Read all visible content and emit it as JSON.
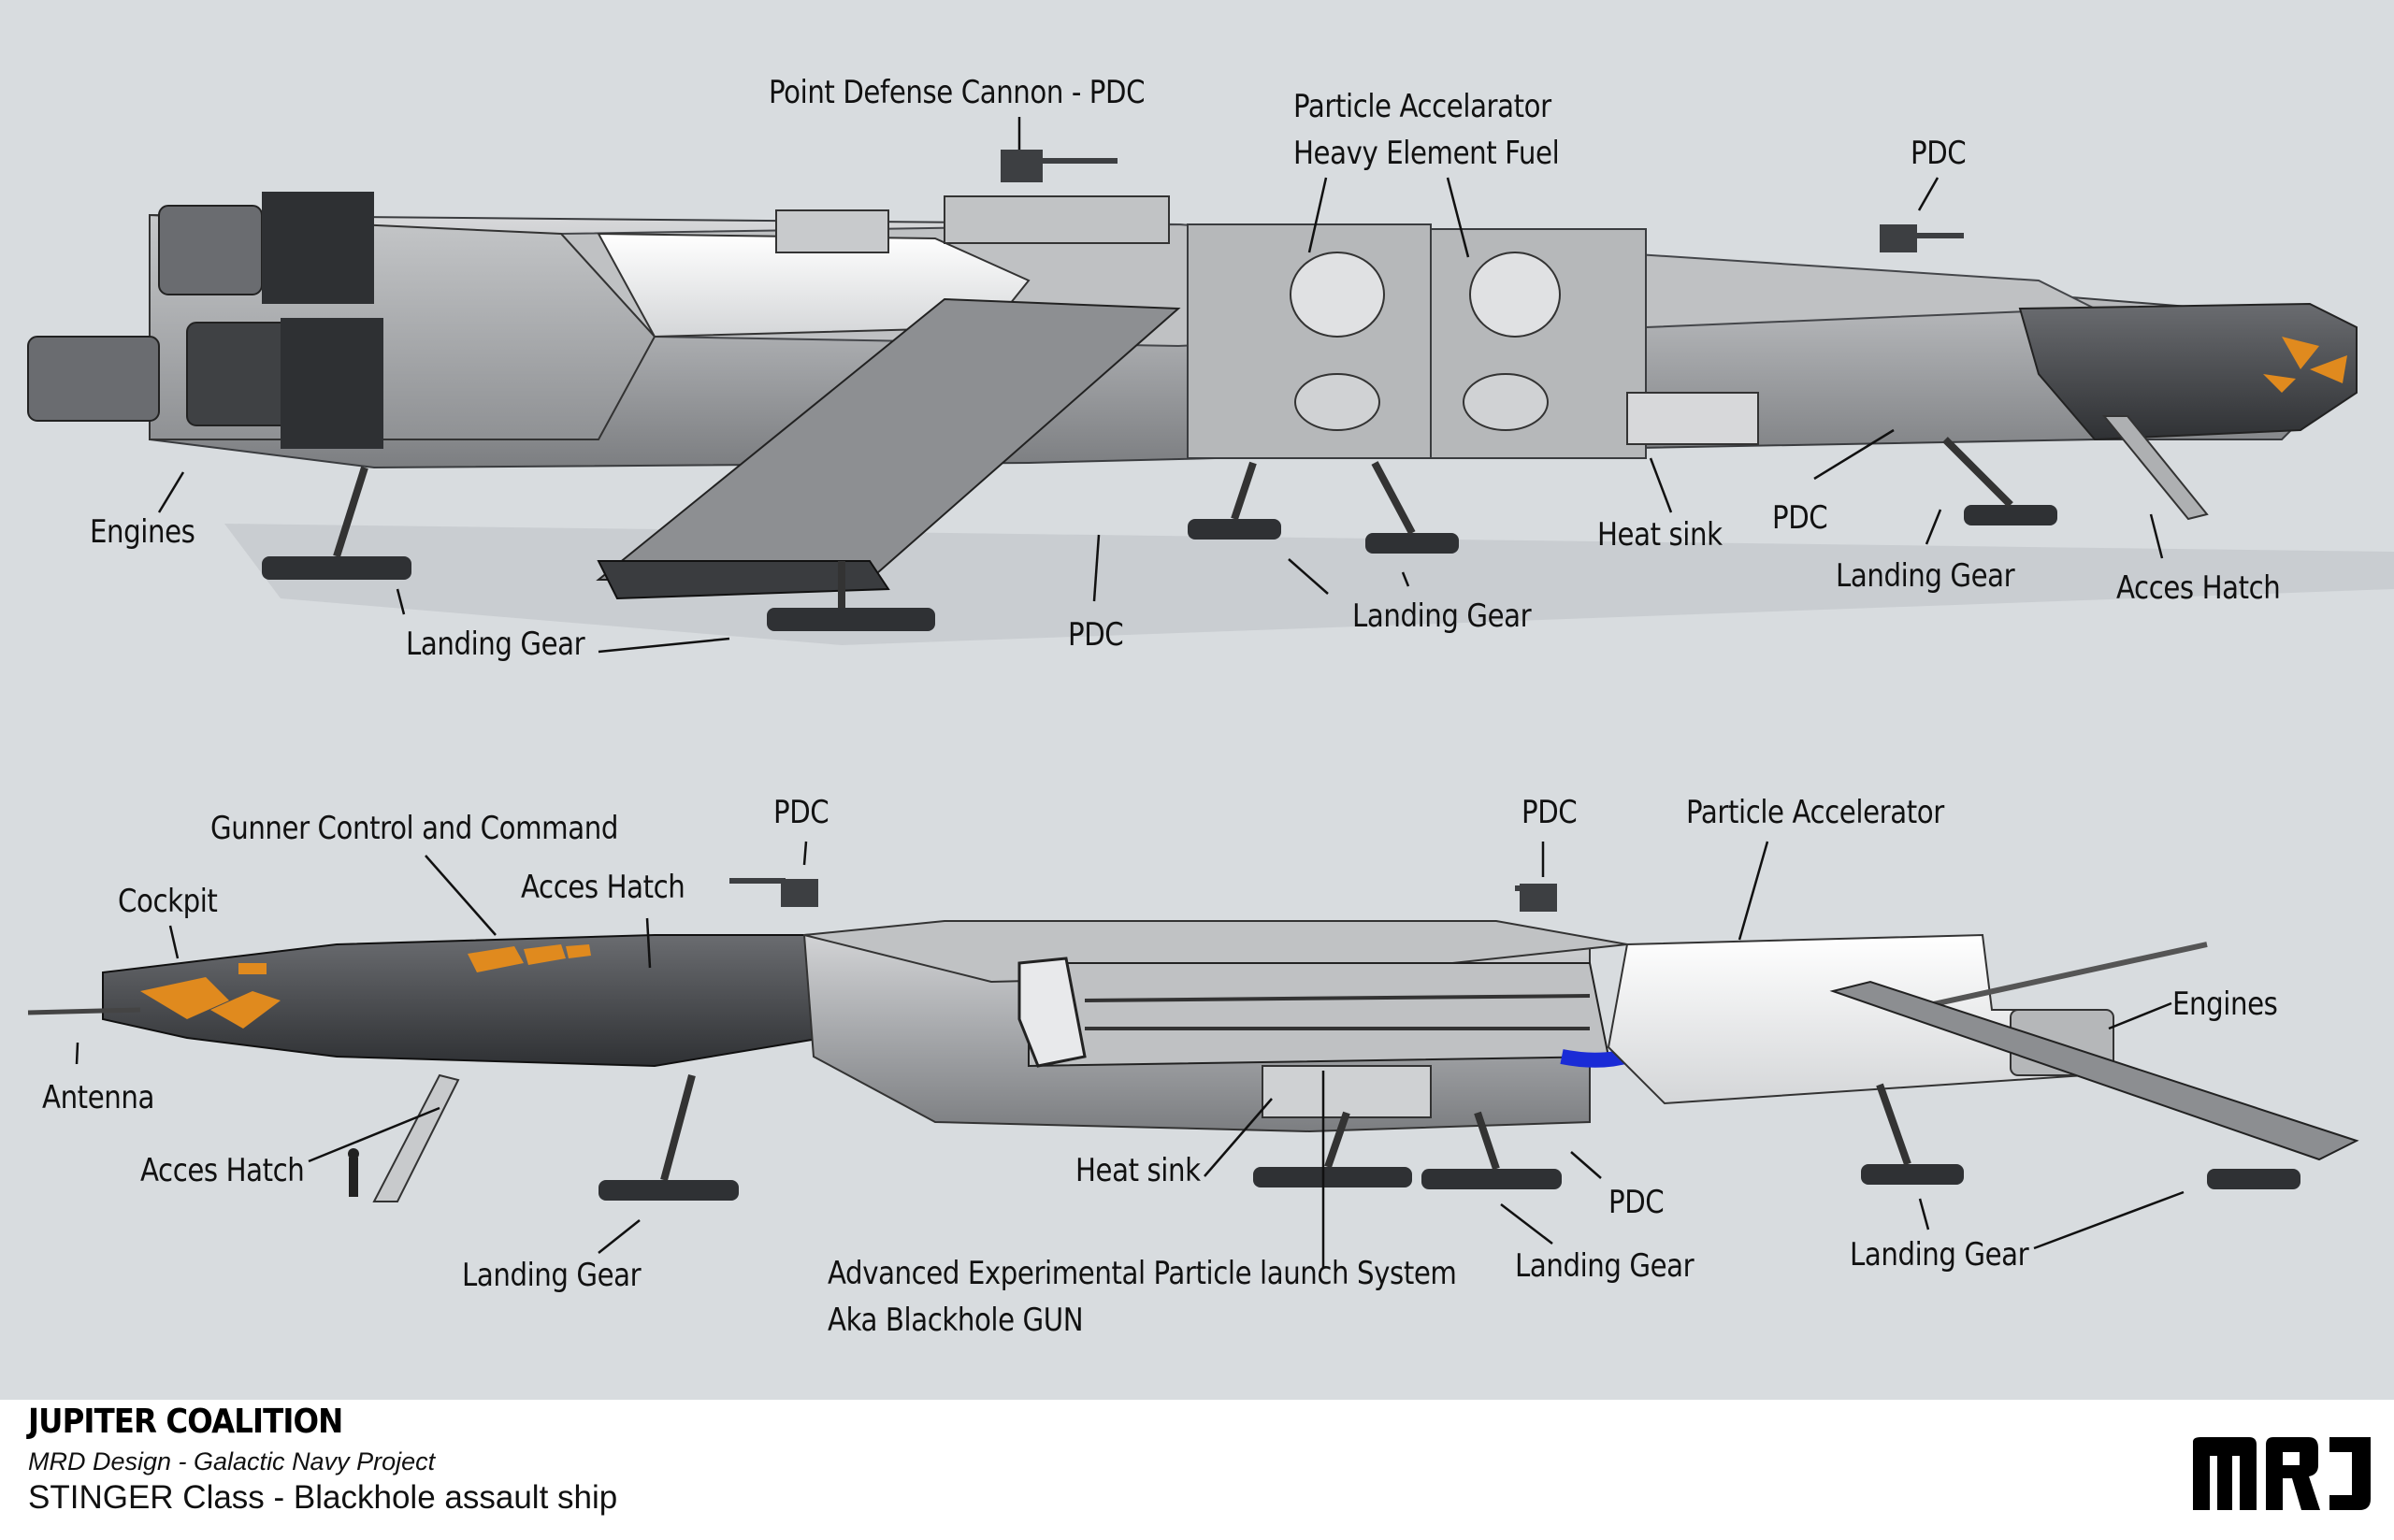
{
  "top_view": {
    "labels": {
      "pdc_top_cannon": "Point Defense Cannon - PDC",
      "particle_accel_line1": "Particle Accelarator",
      "particle_accel_line2": "Heavy Element Fuel",
      "pdc_top_right": "PDC",
      "engines": "Engines",
      "landing_gear_rear": "Landing Gear",
      "pdc_bottom": "PDC",
      "landing_gear_mid": "Landing Gear",
      "heat_sink": "Heat sink",
      "pdc_right": "PDC",
      "landing_gear_front": "Landing Gear",
      "acces_hatch": "Acces Hatch"
    }
  },
  "bottom_view": {
    "labels": {
      "gunner_control": "Gunner Control and Command",
      "pdc_left": "PDC",
      "cockpit": "Cockpit",
      "acces_hatch_top": "Acces Hatch",
      "pdc_mid": "PDC",
      "particle_accelerator": "Particle Accelerator",
      "engines": "Engines",
      "antenna": "Antenna",
      "acces_hatch_bottom": "Acces Hatch",
      "heat_sink": "Heat sink",
      "pdc_lower": "PDC",
      "landing_gear_front": "Landing Gear",
      "weapon_line1": "Advanced Experimental Particle launch System",
      "weapon_line2": "Aka Blackhole GUN",
      "landing_gear_mid": "Landing Gear",
      "landing_gear_rear": "Landing Gear"
    }
  },
  "footer": {
    "title": "JUPITER COALITION",
    "subtitle": "MRD Design - Galactic Navy Project",
    "ship": "STINGER Class - Blackhole assault ship",
    "logo_text": "MRJ"
  },
  "colors": {
    "background": "#d8dcdf",
    "hull_light": "#b4b6b8",
    "hull_dark": "#4a4c4f",
    "accent_orange": "#e08a1e",
    "accent_blue": "#1a2bd6"
  }
}
